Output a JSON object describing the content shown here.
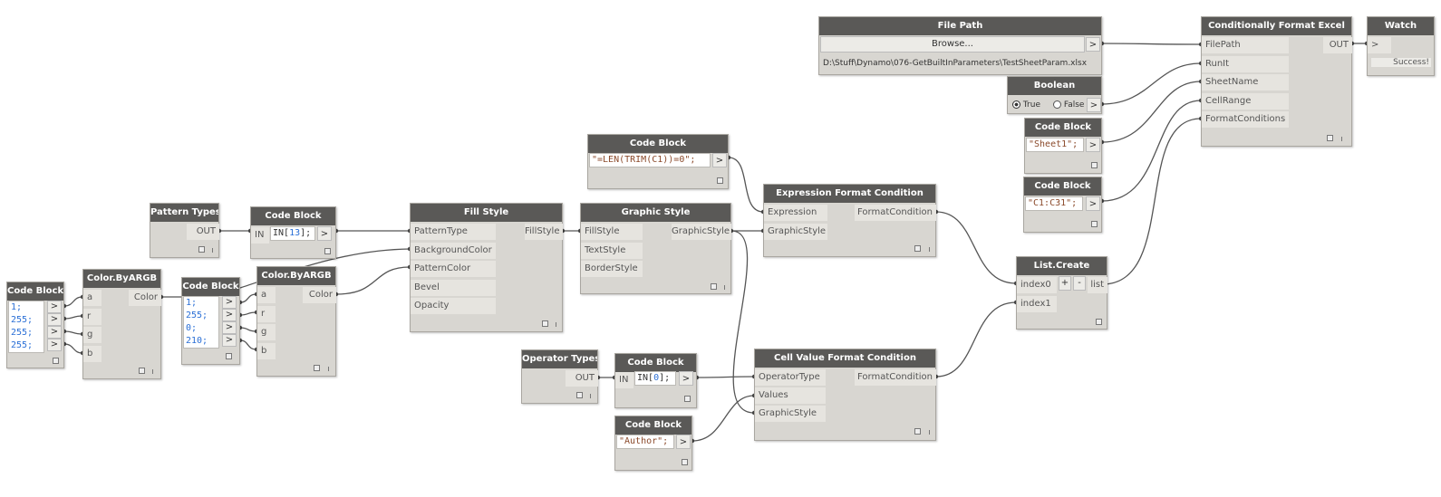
{
  "nodes": {
    "file_path": {
      "title": "File Path",
      "button": "Browse...",
      "out": ">",
      "path": "D:\\Stuff\\Dynamo\\076-GetBuiltInParameters\\TestSheetParam.xlsx"
    },
    "excel": {
      "title": "Conditionally Format Excel",
      "inputs": [
        "FilePath",
        "RunIt",
        "SheetName",
        "CellRange",
        "FormatConditions"
      ],
      "out": "OUT"
    },
    "watch": {
      "title": "Watch",
      "in": ">",
      "value": "Success!"
    },
    "boolean": {
      "title": "Boolean",
      "true_label": "True",
      "false_label": "False",
      "out": ">"
    },
    "cb_sheet": {
      "title": "Code Block",
      "code": "\"Sheet1\";",
      "out": ">"
    },
    "cb_range": {
      "title": "Code Block",
      "code": "\"C1:C31\";",
      "out": ">"
    },
    "cb_len": {
      "title": "Code Block",
      "code": "\"=LEN(TRIM(C1))=0\";",
      "out": ">"
    },
    "expr_fmt": {
      "title": "Expression Format Condition",
      "inputs": [
        "Expression",
        "GraphicStyle"
      ],
      "out": "FormatCondition"
    },
    "graphic_style": {
      "title": "Graphic Style",
      "inputs": [
        "FillStyle",
        "TextStyle",
        "BorderStyle"
      ],
      "out": "GraphicStyle"
    },
    "fill_style": {
      "title": "Fill Style",
      "inputs": [
        "PatternType",
        "BackgroundColor",
        "PatternColor",
        "Bevel",
        "Opacity"
      ],
      "out": "FillStyle"
    },
    "pattern_types": {
      "title": "Pattern Types",
      "out": "OUT"
    },
    "cb_in13": {
      "title": "Code Block",
      "in": "IN",
      "code_prefix": "IN[",
      "code_num": "13",
      "code_suffix": "];",
      "out": ">"
    },
    "cb_left": {
      "title": "Code Block",
      "lines": [
        "1;",
        "255;",
        "255;",
        "255;"
      ],
      "out": ">"
    },
    "argb1": {
      "title": "Color.ByARGB",
      "inputs": [
        "a",
        "r",
        "g",
        "b"
      ],
      "out": "Color"
    },
    "cb_mid": {
      "title": "Code Block",
      "lines": [
        "1;",
        "255;",
        "0;",
        "210;"
      ],
      "out": ">"
    },
    "argb2": {
      "title": "Color.ByARGB",
      "inputs": [
        "a",
        "r",
        "g",
        "b"
      ],
      "out": "Color"
    },
    "list_create": {
      "title": "List.Create",
      "inputs": [
        "index0",
        "index1"
      ],
      "plus": "+",
      "minus": "-",
      "out": "list"
    },
    "operator_types": {
      "title": "Operator Types",
      "out": "OUT"
    },
    "cb_in0": {
      "title": "Code Block",
      "in": "IN",
      "code_prefix": "IN[",
      "code_num": "0",
      "code_suffix": "];",
      "out": ">"
    },
    "cb_author": {
      "title": "Code Block",
      "code": "\"Author\";",
      "out": ">"
    },
    "cell_fmt": {
      "title": "Cell Value Format Condition",
      "inputs": [
        "OperatorType",
        "Values",
        "GraphicStyle"
      ],
      "out": "FormatCondition"
    }
  },
  "colors": {
    "header": "#5a5957",
    "body": "#d8d6d1",
    "wire": "#555555",
    "number": "#2a6fd6",
    "string": "#8b4a2b"
  }
}
